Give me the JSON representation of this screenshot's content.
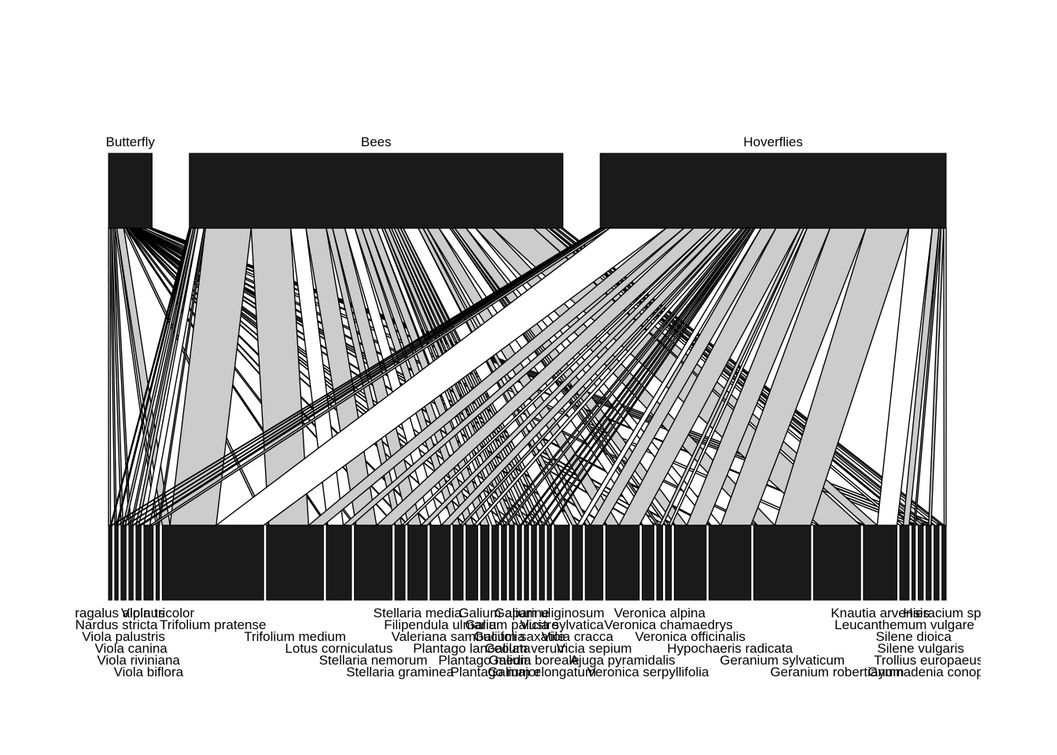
{
  "chart_data": {
    "type": "bipartite-web",
    "higher_level": [
      {
        "name": "Butterfly",
        "share": 0.052
      },
      {
        "name": "Bees",
        "share": 0.446
      },
      {
        "name": "Hoverflies",
        "share": 0.413
      }
    ],
    "lower_level": [
      {
        "name": "Astragalus alpinus",
        "share": 0.004
      },
      {
        "name": "Nardus stricta",
        "share": 0.004
      },
      {
        "name": "Viola palustris",
        "share": 0.006
      },
      {
        "name": "Viola canina",
        "share": 0.005
      },
      {
        "name": "Viola riviniana",
        "share": 0.006
      },
      {
        "name": "Viola biflora",
        "share": 0.011
      },
      {
        "name": "Viola tricolor",
        "share": 0.004
      },
      {
        "name": "Trifolium pratense",
        "share": 0.121
      },
      {
        "name": "Trifolium medium",
        "share": 0.068
      },
      {
        "name": "Lotus corniculatus",
        "share": 0.03
      },
      {
        "name": "Stellaria nemorum",
        "share": 0.045
      },
      {
        "name": "Stellaria graminea",
        "share": 0.012
      },
      {
        "name": "Stellaria media",
        "share": 0.023
      },
      {
        "name": "Filipendula ulmaria",
        "share": 0.024
      },
      {
        "name": "Valeriana sambucifolia",
        "share": 0.012
      },
      {
        "name": "Plantago lanceolata",
        "share": 0.014
      },
      {
        "name": "Plantago media",
        "share": 0.01
      },
      {
        "name": "Plantago major",
        "share": 0.008
      },
      {
        "name": "Galium aparine",
        "share": 0.006
      },
      {
        "name": "Galium palustre",
        "share": 0.006
      },
      {
        "name": "Galium saxatile",
        "share": 0.005
      },
      {
        "name": "Galium verum",
        "share": 0.005
      },
      {
        "name": "Galium boreale",
        "share": 0.006
      },
      {
        "name": "Galium elongatum",
        "share": 0.006
      },
      {
        "name": "Galium uliginosum",
        "share": 0.005
      },
      {
        "name": "Vicia sylvatica",
        "share": 0.018
      },
      {
        "name": "Vicia cracca",
        "share": 0.012
      },
      {
        "name": "Vicia sepium",
        "share": 0.021
      },
      {
        "name": "Ajuga pyramidalis",
        "share": 0.04
      },
      {
        "name": "Veronica serpyllifolia",
        "share": 0.014
      },
      {
        "name": "Veronica alpina",
        "share": 0.007
      },
      {
        "name": "Veronica chamaedrys",
        "share": 0.007
      },
      {
        "name": "Veronica officinalis",
        "share": 0.038
      },
      {
        "name": "Hypochaeris radicata",
        "share": 0.05
      },
      {
        "name": "Geranium sylvaticum",
        "share": 0.068
      },
      {
        "name": "Geranium robertianum",
        "share": 0.056
      },
      {
        "name": "Knautia arvensis",
        "share": 0.04
      },
      {
        "name": "Leucanthemum vulgare",
        "share": 0.011
      },
      {
        "name": "Silene dioica",
        "share": 0.004
      },
      {
        "name": "Silene vulgaris",
        "share": 0.006
      },
      {
        "name": "Trollius europaeus",
        "share": 0.006
      },
      {
        "name": "Gymnadenia conopsea",
        "share": 0.006
      },
      {
        "name": "Hieracium sp.",
        "share": 0.005
      }
    ]
  }
}
